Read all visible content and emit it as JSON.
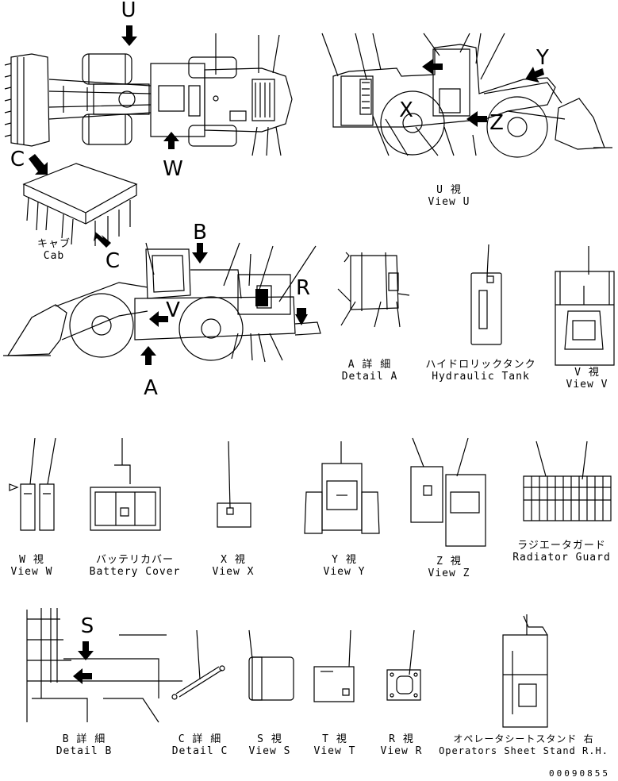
{
  "letters": {
    "u": "U",
    "c": "C",
    "w": "W",
    "y": "Y",
    "z": "Z",
    "x": "X",
    "b": "B",
    "c2": "C",
    "v": "V",
    "r": "R",
    "a": "A",
    "s": "S"
  },
  "captions": {
    "view_u": {
      "jp": "U 視",
      "en": "View U"
    },
    "cab": {
      "jp": "キャブ",
      "en": "Cab"
    },
    "detail_a": {
      "jp": "A 詳 細",
      "en": "Detail A"
    },
    "hydraulic_tank": {
      "jp": "ハイドロリックタンク",
      "en": "Hydraulic Tank"
    },
    "view_v": {
      "jp": "V 視",
      "en": "View V"
    },
    "view_w": {
      "jp": "W 視",
      "en": "View W"
    },
    "battery_cover": {
      "jp": "バッテリカバー",
      "en": "Battery Cover"
    },
    "view_x": {
      "jp": "X 視",
      "en": "View X"
    },
    "view_y": {
      "jp": "Y 視",
      "en": "View Y"
    },
    "view_z": {
      "jp": "Z 視",
      "en": "View Z"
    },
    "radiator_guard": {
      "jp": "ラジエータガード",
      "en": "Radiator Guard"
    },
    "detail_b": {
      "jp": "B 詳 細",
      "en": "Detail B"
    },
    "detail_c": {
      "jp": "C 詳 細",
      "en": "Detail C"
    },
    "view_s": {
      "jp": "S 視",
      "en": "View S"
    },
    "view_t": {
      "jp": "T 視",
      "en": "View T"
    },
    "view_r": {
      "jp": "R 視",
      "en": "View R"
    },
    "operator_seat": {
      "jp": "オペレータシートスタンド 右",
      "en": "Operators Sheet Stand R.H."
    }
  },
  "part_number": "00090855"
}
